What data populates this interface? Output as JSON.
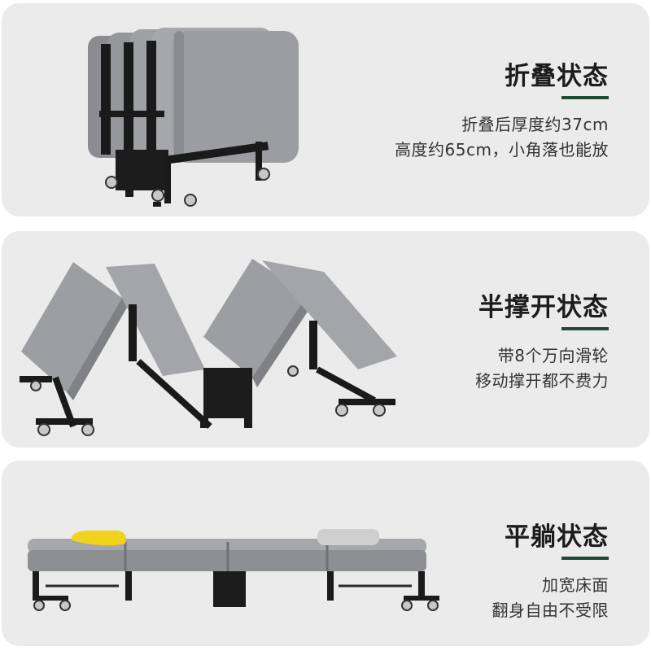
{
  "sections": [
    {
      "title": "折叠状态",
      "lines": [
        "折叠后厚度约37cm",
        "高度约65cm，小角落也能放"
      ]
    },
    {
      "title": "半撑开状态",
      "lines": [
        "带8个万向滑轮",
        "移动撑开都不费力"
      ]
    },
    {
      "title": "平躺状态",
      "lines": [
        "加宽床面",
        "翻身自由不受限"
      ]
    }
  ],
  "colors": {
    "panel_background": "#ebebeb",
    "accent_bar": "#1f4a36",
    "mattress_gray": "#8f9194",
    "frame_black": "#1a1a1a",
    "pillow_yellow": "#f2d21c"
  }
}
